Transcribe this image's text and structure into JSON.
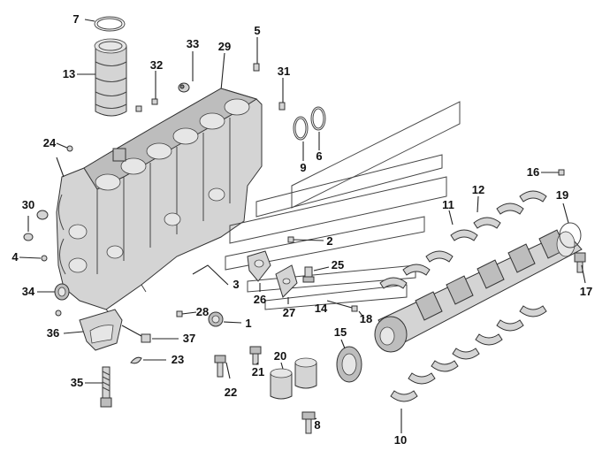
{
  "callouts": [
    {
      "id": "c7",
      "text": "7"
    },
    {
      "id": "c13",
      "text": "13"
    },
    {
      "id": "c33",
      "text": "33"
    },
    {
      "id": "c29",
      "text": "29"
    },
    {
      "id": "c5",
      "text": "5"
    },
    {
      "id": "c32",
      "text": "32"
    },
    {
      "id": "c31",
      "text": "31"
    },
    {
      "id": "c24",
      "text": "24"
    },
    {
      "id": "c9",
      "text": "9"
    },
    {
      "id": "c6",
      "text": "6"
    },
    {
      "id": "c16",
      "text": "16"
    },
    {
      "id": "c12",
      "text": "12"
    },
    {
      "id": "c19",
      "text": "19"
    },
    {
      "id": "c11",
      "text": "11"
    },
    {
      "id": "c30",
      "text": "30"
    },
    {
      "id": "c2",
      "text": "2"
    },
    {
      "id": "c4",
      "text": "4"
    },
    {
      "id": "c25",
      "text": "25"
    },
    {
      "id": "c17",
      "text": "17"
    },
    {
      "id": "c34",
      "text": "34"
    },
    {
      "id": "c3",
      "text": "3"
    },
    {
      "id": "c26",
      "text": "26"
    },
    {
      "id": "c27",
      "text": "27"
    },
    {
      "id": "c14",
      "text": "14"
    },
    {
      "id": "c28",
      "text": "28"
    },
    {
      "id": "c1",
      "text": "1"
    },
    {
      "id": "c18",
      "text": "18"
    },
    {
      "id": "c36",
      "text": "36"
    },
    {
      "id": "c37",
      "text": "37"
    },
    {
      "id": "c15",
      "text": "15"
    },
    {
      "id": "c23",
      "text": "23"
    },
    {
      "id": "c20",
      "text": "20"
    },
    {
      "id": "c21",
      "text": "21"
    },
    {
      "id": "c35",
      "text": "35"
    },
    {
      "id": "c22",
      "text": "22"
    },
    {
      "id": "c10",
      "text": "10"
    },
    {
      "id": "c8",
      "text": "8"
    }
  ]
}
